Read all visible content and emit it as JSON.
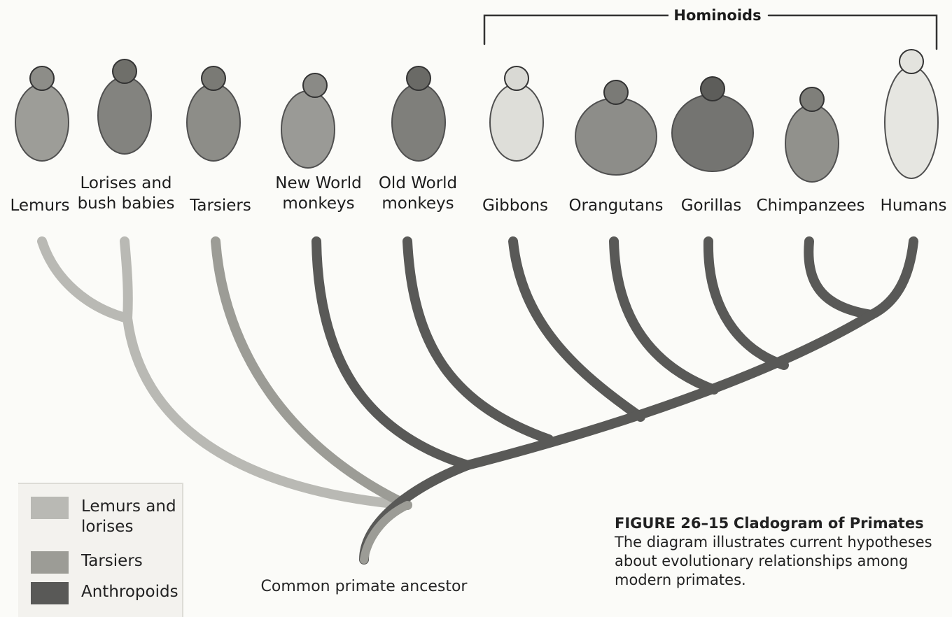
{
  "taxa": [
    {
      "label": "Lemurs",
      "icon": "lemur-icon",
      "group": "lemurs_and_lorises"
    },
    {
      "label": "Lorises and\nbush babies",
      "icon": "loris-icon",
      "group": "lemurs_and_lorises"
    },
    {
      "label": "Tarsiers",
      "icon": "tarsier-icon",
      "group": "tarsiers"
    },
    {
      "label": "New World\nmonkeys",
      "icon": "new-world-monkey-icon",
      "group": "anthropoids"
    },
    {
      "label": "Old World\nmonkeys",
      "icon": "old-world-monkey-icon",
      "group": "anthropoids"
    },
    {
      "label": "Gibbons",
      "icon": "gibbon-icon",
      "group": "anthropoids"
    },
    {
      "label": "Orangutans",
      "icon": "orangutan-icon",
      "group": "anthropoids"
    },
    {
      "label": "Gorillas",
      "icon": "gorilla-icon",
      "group": "anthropoids"
    },
    {
      "label": "Chimpanzees",
      "icon": "chimpanzee-icon",
      "group": "anthropoids"
    },
    {
      "label": "Humans",
      "icon": "human-icon",
      "group": "anthropoids"
    }
  ],
  "hominoids_label": "Hominoids",
  "ancestor_label": "Common primate ancestor",
  "legend": [
    {
      "key": "lemurs_and_lorises",
      "label": "Lemurs and\nlorises",
      "color": "#b9b9b4"
    },
    {
      "key": "tarsiers",
      "label": "Tarsiers",
      "color": "#9c9c96"
    },
    {
      "key": "anthropoids",
      "label": "Anthropoids",
      "color": "#595957"
    }
  ],
  "caption": {
    "figure": "FIGURE 26–15",
    "title": "Cladogram of Primates",
    "text": "The diagram illustrates current hypotheses about evolutionary relationships among modern primates."
  }
}
